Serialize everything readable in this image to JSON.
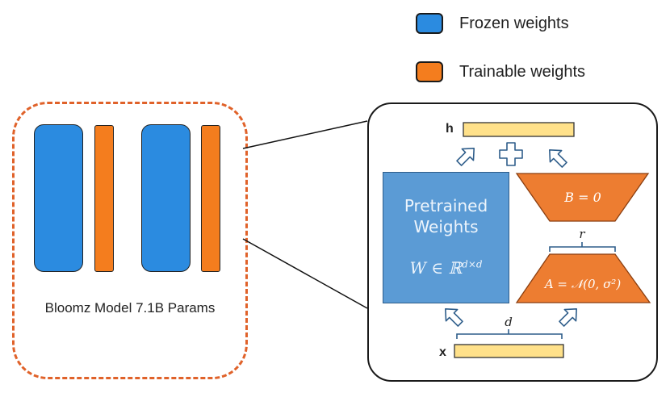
{
  "legend": {
    "frozen": {
      "label": "Frozen weights",
      "color": "#2b8be0"
    },
    "trainable": {
      "label": "Trainable weights",
      "color": "#f47d1e"
    }
  },
  "model": {
    "caption": "Bloomz Model 7.1B Params",
    "border_color": "#e0622a"
  },
  "lora": {
    "h_label": "h",
    "x_label": "x",
    "pretrained_line1": "Pretrained",
    "pretrained_line2": "Weights",
    "pretrained_formula": "W ∈ ℝ",
    "pretrained_formula_sup": "d×d",
    "b_label": "B = 0",
    "a_label": "A = 𝒩(0, σ²)",
    "r_label": "r",
    "d_label": "d",
    "colors": {
      "vector": "#ffe18a",
      "pretrained": "#5b9bd5",
      "adapter": "#ed7d31",
      "arrow": "#2e5d8a"
    }
  }
}
